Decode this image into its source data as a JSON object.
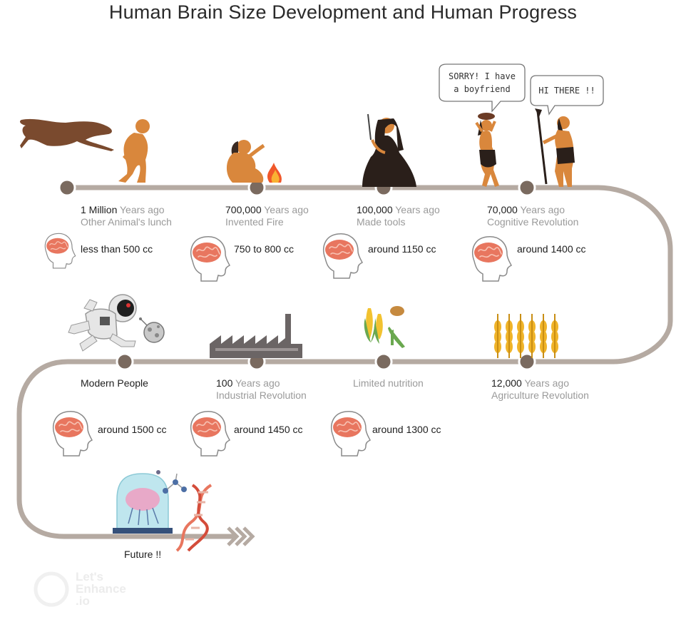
{
  "title": "Human Brain Size Development and Human Progress",
  "milestones": [
    {
      "value": "1 Million",
      "unit": "Years ago",
      "event": "Other Animal's lunch",
      "brain": "less than 500 cc"
    },
    {
      "value": "700,000",
      "unit": "Years ago",
      "event": "Invented Fire",
      "brain": "750 to 800 cc"
    },
    {
      "value": "100,000",
      "unit": "Years ago",
      "event": "Made tools",
      "brain": "around 1150 cc"
    },
    {
      "value": "70,000",
      "unit": "Years ago",
      "event": "Cognitive Revolution",
      "brain": "around 1400 cc"
    },
    {
      "value": "12,000",
      "unit": "Years ago",
      "event": "Agriculture Revolution",
      "brain": ""
    },
    {
      "value": "",
      "unit": "",
      "event": "Limited nutrition",
      "brain": "around 1300 cc"
    },
    {
      "value": "100",
      "unit": "Years ago",
      "event": "Industrial Revolution",
      "brain": "around 1450 cc"
    },
    {
      "value": "Modern People",
      "unit": "",
      "event": "",
      "brain": "around 1500 cc"
    },
    {
      "value": "Future !!",
      "unit": "",
      "event": "",
      "brain": ""
    }
  ],
  "speech_bubbles": {
    "woman": [
      "SORRY! I have",
      "a boyfriend"
    ],
    "man": "HI THERE !!"
  },
  "watermark": [
    "Let's",
    "Enhance",
    ".io"
  ],
  "colors": {
    "track": "#b5aaa2",
    "node": "#7a6a5f",
    "brain": "#e8765f",
    "skin": "#d9873c",
    "wheat": "#f0b429"
  }
}
